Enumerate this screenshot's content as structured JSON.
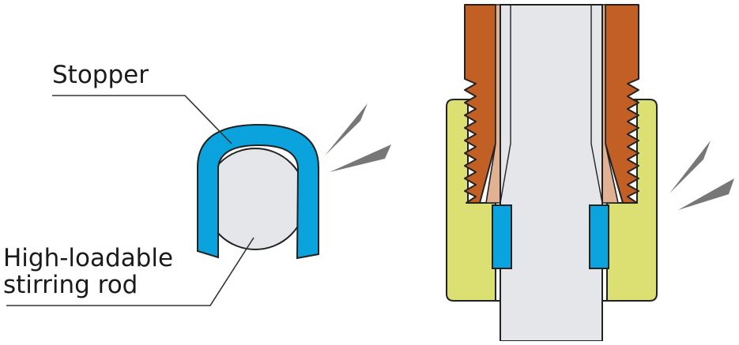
{
  "labels": {
    "stopper": "Stopper",
    "rod_line1": "High-loadable",
    "rod_line2": "stirring rod"
  },
  "colors": {
    "stopper_blue": "#0aa3dd",
    "rod_gray": "#e4e6ea",
    "nut_brown": "#c15f25",
    "ferrule_tan": "#e0b293",
    "body_green": "#dcdf72",
    "accent_gray": "#777777",
    "outline": "#222222"
  }
}
